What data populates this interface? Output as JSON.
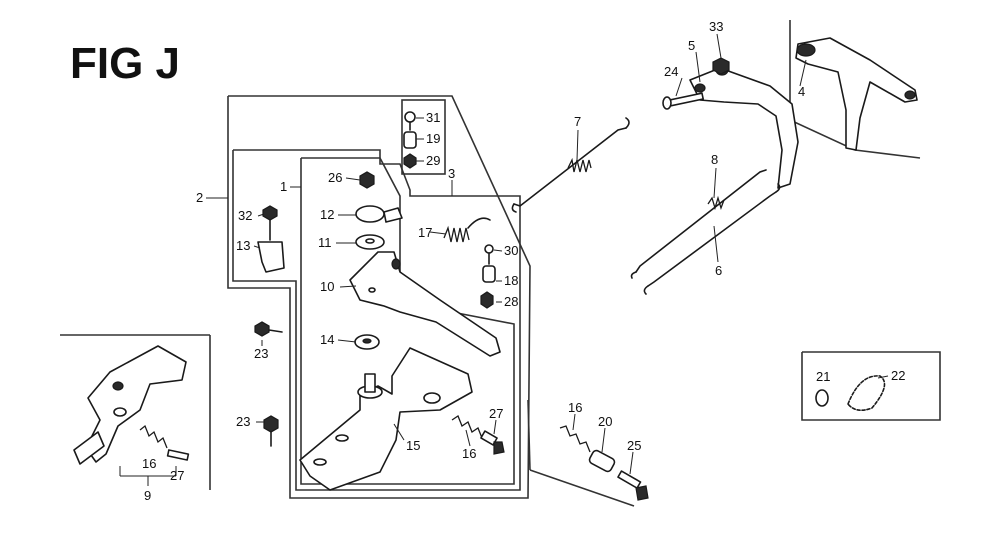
{
  "figure": {
    "title": "FIG J",
    "labels": [
      {
        "id": "l1",
        "text": "1"
      },
      {
        "id": "l2",
        "text": "2"
      },
      {
        "id": "l3",
        "text": "3"
      },
      {
        "id": "l4",
        "text": "4"
      },
      {
        "id": "l5",
        "text": "5"
      },
      {
        "id": "l6",
        "text": "6"
      },
      {
        "id": "l7",
        "text": "7"
      },
      {
        "id": "l8",
        "text": "8"
      },
      {
        "id": "l9",
        "text": "9"
      },
      {
        "id": "l10",
        "text": "10"
      },
      {
        "id": "l11",
        "text": "11"
      },
      {
        "id": "l12",
        "text": "12"
      },
      {
        "id": "l13",
        "text": "13"
      },
      {
        "id": "l14",
        "text": "14"
      },
      {
        "id": "l15",
        "text": "15"
      },
      {
        "id": "l16a",
        "text": "16"
      },
      {
        "id": "l16b",
        "text": "16"
      },
      {
        "id": "l16c",
        "text": "16"
      },
      {
        "id": "l17",
        "text": "17"
      },
      {
        "id": "l18",
        "text": "18"
      },
      {
        "id": "l19",
        "text": "19"
      },
      {
        "id": "l20",
        "text": "20"
      },
      {
        "id": "l21",
        "text": "21"
      },
      {
        "id": "l22",
        "text": "22"
      },
      {
        "id": "l23a",
        "text": "23"
      },
      {
        "id": "l23b",
        "text": "23"
      },
      {
        "id": "l24",
        "text": "24"
      },
      {
        "id": "l25",
        "text": "25"
      },
      {
        "id": "l26",
        "text": "26"
      },
      {
        "id": "l27a",
        "text": "27"
      },
      {
        "id": "l27b",
        "text": "27"
      },
      {
        "id": "l28",
        "text": "28"
      },
      {
        "id": "l29",
        "text": "29"
      },
      {
        "id": "l30",
        "text": "30"
      },
      {
        "id": "l31",
        "text": "31"
      },
      {
        "id": "l32",
        "text": "32"
      },
      {
        "id": "l33",
        "text": "33"
      }
    ]
  }
}
